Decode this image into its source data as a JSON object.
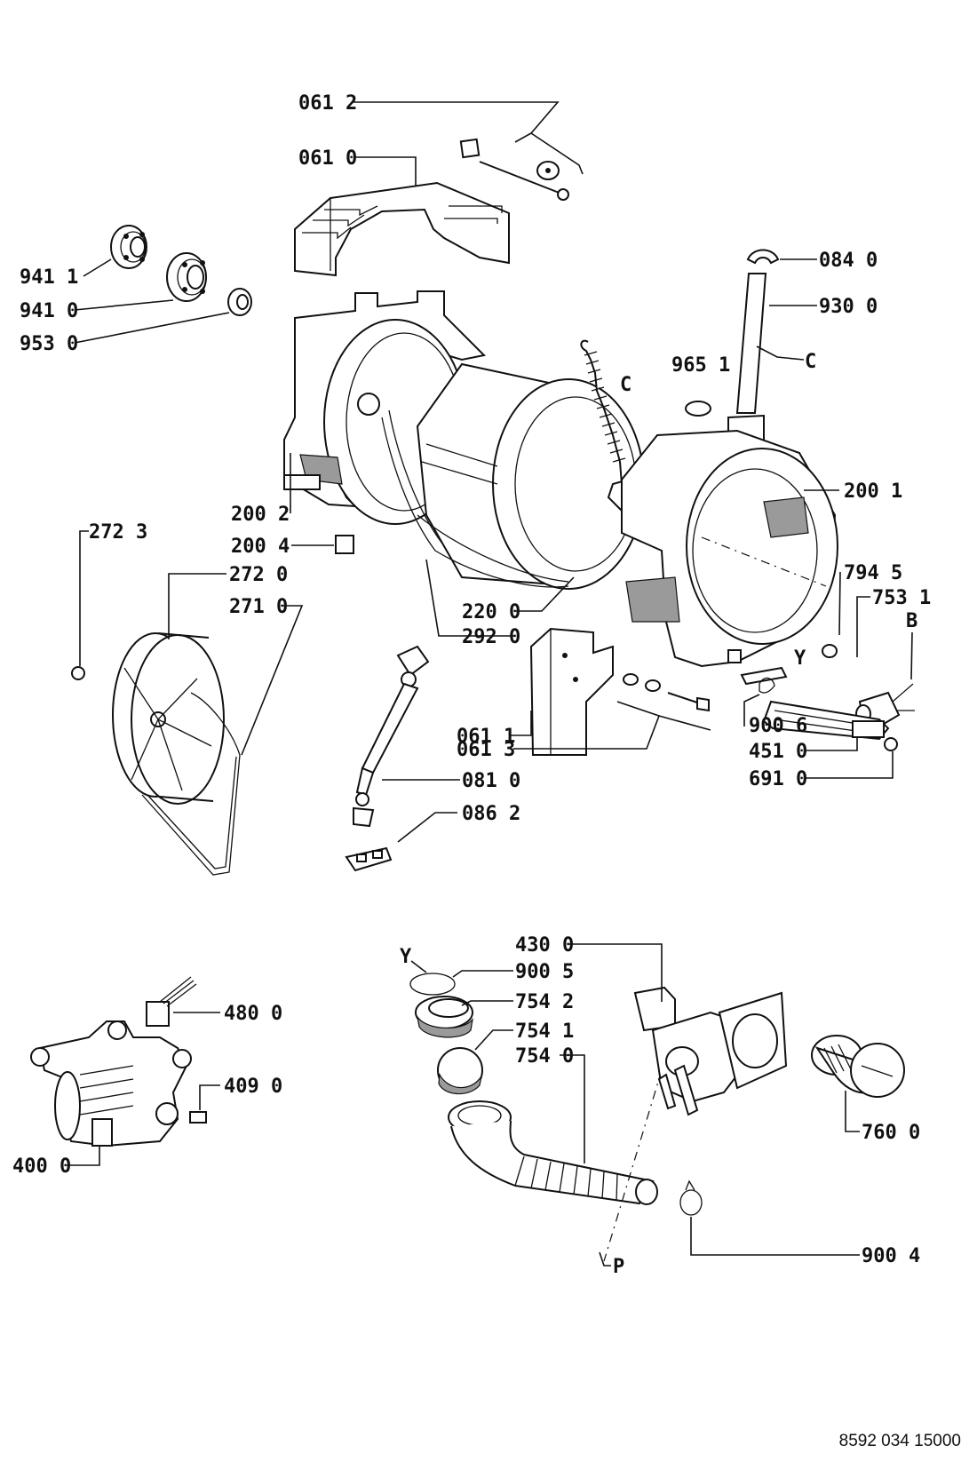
{
  "labels": {
    "p061_2": "061 2",
    "p061_0": "061 0",
    "p941_1": "941 1",
    "p941_0": "941 0",
    "p953_0": "953 0",
    "p084_0": "084 0",
    "p930_0": "930 0",
    "p965_1": "965 1",
    "c_right": "C",
    "c_mid": "C",
    "p200_2": "200 2",
    "p200_4": "200 4",
    "p200_1": "200 1",
    "p272_3": "272 3",
    "p272_0": "272 0",
    "p271_0": "271 0",
    "p220_0": "220 0",
    "p292_0": "292 0",
    "p794_5": "794 5",
    "p753_1": "753 1",
    "b_mark": "B",
    "y_mark_top": "Y",
    "p061_1": "061 1",
    "p061_3": "061 3",
    "p081_0": "081 0",
    "p086_2": "086 2",
    "p900_6": "900 6",
    "p451_0": "451 0",
    "p691_0": "691 0",
    "p430_0": "430 0",
    "y_mark_bottom": "Y",
    "p900_5": "900 5",
    "p754_2": "754 2",
    "p754_1": "754 1",
    "p754_0": "754 0",
    "p480_0": "480 0",
    "p409_0": "409 0",
    "p400_0": "400 0",
    "p760_0": "760 0",
    "p900_4": "900 4",
    "p_mark": "P"
  },
  "document_number": "8592 034 15000"
}
